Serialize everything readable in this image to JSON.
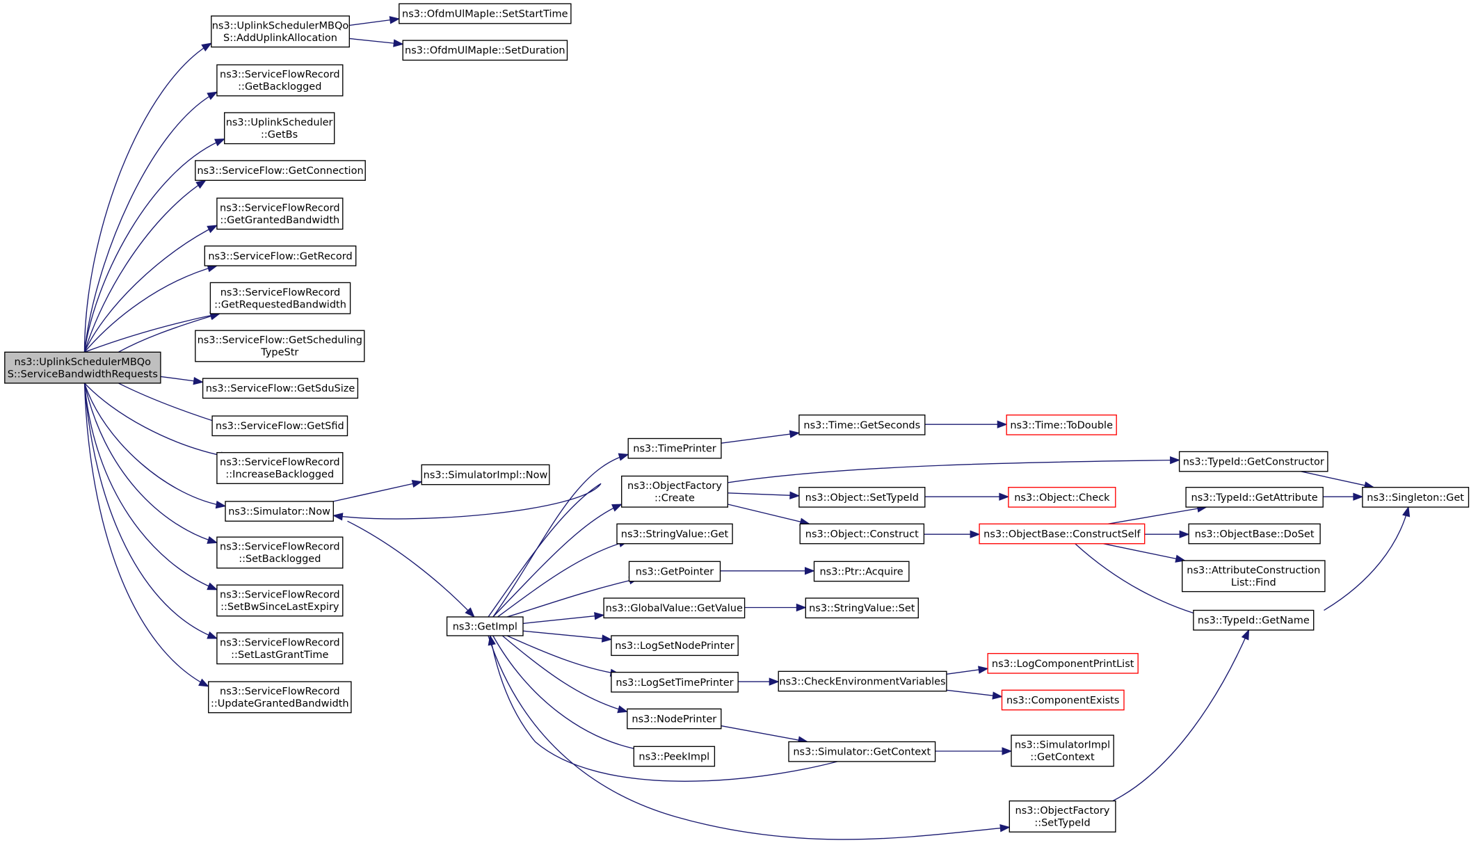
{
  "graph": {
    "edge_color": "#191970",
    "root_fill": "#bfbfbf",
    "external_border": "#ff0000",
    "nodes": [
      {
        "id": "root",
        "lines": [
          "ns3::UplinkSchedulerMBQo",
          "S::ServiceBandwidthRequests"
        ],
        "style": "root"
      },
      {
        "id": "addUplinkAlloc",
        "lines": [
          "ns3::UplinkSchedulerMBQo",
          "S::AddUplinkAllocation"
        ]
      },
      {
        "id": "setStartTime",
        "lines": [
          "ns3::OfdmUlMapIe::SetStartTime"
        ]
      },
      {
        "id": "setDuration",
        "lines": [
          "ns3::OfdmUlMapIe::SetDuration"
        ]
      },
      {
        "id": "getBacklogged",
        "lines": [
          "ns3::ServiceFlowRecord",
          "::GetBacklogged"
        ]
      },
      {
        "id": "getBs",
        "lines": [
          "ns3::UplinkScheduler",
          "::GetBs"
        ]
      },
      {
        "id": "getConnection",
        "lines": [
          "ns3::ServiceFlow::GetConnection"
        ]
      },
      {
        "id": "getGrantedBw",
        "lines": [
          "ns3::ServiceFlowRecord",
          "::GetGrantedBandwidth"
        ]
      },
      {
        "id": "getRecord",
        "lines": [
          "ns3::ServiceFlow::GetRecord"
        ]
      },
      {
        "id": "getRequestedBw",
        "lines": [
          "ns3::ServiceFlowRecord",
          "::GetRequestedBandwidth"
        ]
      },
      {
        "id": "getSchedTypeStr",
        "lines": [
          "ns3::ServiceFlow::GetScheduling",
          "TypeStr"
        ]
      },
      {
        "id": "getSduSize",
        "lines": [
          "ns3::ServiceFlow::GetSduSize"
        ]
      },
      {
        "id": "getSfid",
        "lines": [
          "ns3::ServiceFlow::GetSfid"
        ]
      },
      {
        "id": "increaseBacklogged",
        "lines": [
          "ns3::ServiceFlowRecord",
          "::IncreaseBacklogged"
        ]
      },
      {
        "id": "simNow",
        "lines": [
          "ns3::Simulator::Now"
        ]
      },
      {
        "id": "setBacklogged",
        "lines": [
          "ns3::ServiceFlowRecord",
          "::SetBacklogged"
        ]
      },
      {
        "id": "setBwSinceLastExpiry",
        "lines": [
          "ns3::ServiceFlowRecord",
          "::SetBwSinceLastExpiry"
        ]
      },
      {
        "id": "setLastGrantTime",
        "lines": [
          "ns3::ServiceFlowRecord",
          "::SetLastGrantTime"
        ]
      },
      {
        "id": "updateGrantedBw",
        "lines": [
          "ns3::ServiceFlowRecord",
          "::UpdateGrantedBandwidth"
        ]
      },
      {
        "id": "simImplNow",
        "lines": [
          "ns3::SimulatorImpl::Now"
        ]
      },
      {
        "id": "getImpl",
        "lines": [
          "ns3::GetImpl"
        ]
      },
      {
        "id": "timePrinter",
        "lines": [
          "ns3::TimePrinter"
        ]
      },
      {
        "id": "objFactoryCreate",
        "lines": [
          "ns3::ObjectFactory",
          "::Create"
        ]
      },
      {
        "id": "stringValueGet",
        "lines": [
          "ns3::StringValue::Get"
        ]
      },
      {
        "id": "getPointer",
        "lines": [
          "ns3::GetPointer"
        ]
      },
      {
        "id": "globalValueGetValue",
        "lines": [
          "ns3::GlobalValue::GetValue"
        ]
      },
      {
        "id": "logSetNodePrinter",
        "lines": [
          "ns3::LogSetNodePrinter"
        ]
      },
      {
        "id": "logSetTimePrinter",
        "lines": [
          "ns3::LogSetTimePrinter"
        ]
      },
      {
        "id": "nodePrinter",
        "lines": [
          "ns3::NodePrinter"
        ]
      },
      {
        "id": "peekImpl",
        "lines": [
          "ns3::PeekImpl"
        ]
      },
      {
        "id": "timeGetSeconds",
        "lines": [
          "ns3::Time::GetSeconds"
        ]
      },
      {
        "id": "timeToDouble",
        "lines": [
          "ns3::Time::ToDouble"
        ],
        "style": "ext"
      },
      {
        "id": "typeIdGetConstructor",
        "lines": [
          "ns3::TypeId::GetConstructor"
        ]
      },
      {
        "id": "objectSetTypeId",
        "lines": [
          "ns3::Object::SetTypeId"
        ]
      },
      {
        "id": "objectCheck",
        "lines": [
          "ns3::Object::Check"
        ],
        "style": "ext"
      },
      {
        "id": "objectConstruct",
        "lines": [
          "ns3::Object::Construct"
        ]
      },
      {
        "id": "constructSelf",
        "lines": [
          "ns3::ObjectBase::ConstructSelf"
        ],
        "style": "ext"
      },
      {
        "id": "typeIdGetAttribute",
        "lines": [
          "ns3::TypeId::GetAttribute"
        ]
      },
      {
        "id": "singletonGet",
        "lines": [
          "ns3::Singleton::Get"
        ]
      },
      {
        "id": "objectBaseDoSet",
        "lines": [
          "ns3::ObjectBase::DoSet"
        ]
      },
      {
        "id": "attrConstrListFind",
        "lines": [
          "ns3::AttributeConstruction",
          "List::Find"
        ]
      },
      {
        "id": "typeIdGetName",
        "lines": [
          "ns3::TypeId::GetName"
        ]
      },
      {
        "id": "ptrAcquire",
        "lines": [
          "ns3::Ptr::Acquire"
        ]
      },
      {
        "id": "stringValueSet",
        "lines": [
          "ns3::StringValue::Set"
        ]
      },
      {
        "id": "checkEnvVars",
        "lines": [
          "ns3::CheckEnvironmentVariables"
        ]
      },
      {
        "id": "logComponentPrintList",
        "lines": [
          "ns3::LogComponentPrintList"
        ],
        "style": "ext"
      },
      {
        "id": "componentExists",
        "lines": [
          "ns3::ComponentExists"
        ],
        "style": "ext"
      },
      {
        "id": "simGetContext",
        "lines": [
          "ns3::Simulator::GetContext"
        ]
      },
      {
        "id": "simImplGetContext",
        "lines": [
          "ns3::SimulatorImpl",
          "::GetContext"
        ]
      },
      {
        "id": "objFactorySetTypeId",
        "lines": [
          "ns3::ObjectFactory",
          "::SetTypeId"
        ]
      }
    ],
    "edges": [
      [
        "root",
        "addUplinkAlloc"
      ],
      [
        "addUplinkAlloc",
        "setStartTime"
      ],
      [
        "addUplinkAlloc",
        "setDuration"
      ],
      [
        "root",
        "getBacklogged"
      ],
      [
        "root",
        "getBs"
      ],
      [
        "root",
        "getConnection"
      ],
      [
        "root",
        "getGrantedBw"
      ],
      [
        "root",
        "getRecord"
      ],
      [
        "root",
        "getRequestedBw"
      ],
      [
        "root",
        "getSchedTypeStr"
      ],
      [
        "root",
        "getSduSize"
      ],
      [
        "root",
        "getSfid"
      ],
      [
        "root",
        "increaseBacklogged"
      ],
      [
        "root",
        "simNow"
      ],
      [
        "root",
        "setBacklogged"
      ],
      [
        "root",
        "setBwSinceLastExpiry"
      ],
      [
        "root",
        "setLastGrantTime"
      ],
      [
        "root",
        "updateGrantedBw"
      ],
      [
        "simNow",
        "simImplNow"
      ],
      [
        "simNow",
        "getImpl"
      ],
      [
        "getImpl",
        "simNow"
      ],
      [
        "getImpl",
        "timePrinter"
      ],
      [
        "getImpl",
        "objFactoryCreate"
      ],
      [
        "getImpl",
        "stringValueGet"
      ],
      [
        "getImpl",
        "getPointer"
      ],
      [
        "getImpl",
        "globalValueGetValue"
      ],
      [
        "getImpl",
        "logSetNodePrinter"
      ],
      [
        "getImpl",
        "logSetTimePrinter"
      ],
      [
        "getImpl",
        "nodePrinter"
      ],
      [
        "getImpl",
        "peekImpl"
      ],
      [
        "timePrinter",
        "timeGetSeconds"
      ],
      [
        "timeGetSeconds",
        "timeToDouble"
      ],
      [
        "objFactoryCreate",
        "typeIdGetConstructor"
      ],
      [
        "objFactoryCreate",
        "objectSetTypeId"
      ],
      [
        "objFactoryCreate",
        "objectConstruct"
      ],
      [
        "objectSetTypeId",
        "objectCheck"
      ],
      [
        "objectConstruct",
        "constructSelf"
      ],
      [
        "constructSelf",
        "typeIdGetAttribute"
      ],
      [
        "constructSelf",
        "objectBaseDoSet"
      ],
      [
        "constructSelf",
        "attrConstrListFind"
      ],
      [
        "constructSelf",
        "typeIdGetName"
      ],
      [
        "typeIdGetConstructor",
        "singletonGet"
      ],
      [
        "typeIdGetAttribute",
        "singletonGet"
      ],
      [
        "typeIdGetName",
        "singletonGet"
      ],
      [
        "getPointer",
        "ptrAcquire"
      ],
      [
        "globalValueGetValue",
        "stringValueSet"
      ],
      [
        "logSetTimePrinter",
        "checkEnvVars"
      ],
      [
        "checkEnvVars",
        "logComponentPrintList"
      ],
      [
        "checkEnvVars",
        "componentExists"
      ],
      [
        "nodePrinter",
        "simGetContext"
      ],
      [
        "simGetContext",
        "simImplGetContext"
      ],
      [
        "simGetContext",
        "getImpl"
      ],
      [
        "getImpl",
        "objFactorySetTypeId"
      ],
      [
        "objFactorySetTypeId",
        "typeIdGetName"
      ]
    ]
  }
}
